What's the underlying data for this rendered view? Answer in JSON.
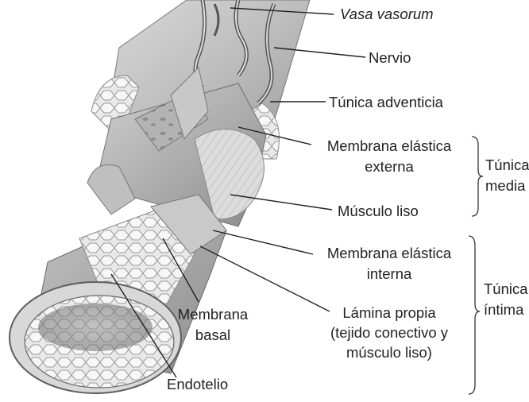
{
  "labels": {
    "vasa_vasorum": "Vasa vasorum",
    "nervio": "Nervio",
    "tunica_adventicia": "Túnica adventicia",
    "membrana_elastica_externa": [
      "Membrana elástica",
      "externa"
    ],
    "musculo_liso": "Músculo liso",
    "membrana_elastica_interna": [
      "Membrana elástica",
      "interna"
    ],
    "lamina_propia": [
      "Lámina propia",
      "(tejido conectivo y",
      "músculo liso)"
    ],
    "membrana_basal": [
      "Membrana",
      "basal"
    ],
    "endotelio": "Endotelio"
  },
  "groups": {
    "tunica_media": [
      "Túnica",
      "media"
    ],
    "tunica_intima": [
      "Túnica",
      "íntima"
    ]
  },
  "colors": {
    "adventitia": "#cfcfcf",
    "media": "#b9b9b9",
    "intima": "#a9a9a9",
    "endothelium": "#e6e6e6",
    "text": "#222222"
  }
}
